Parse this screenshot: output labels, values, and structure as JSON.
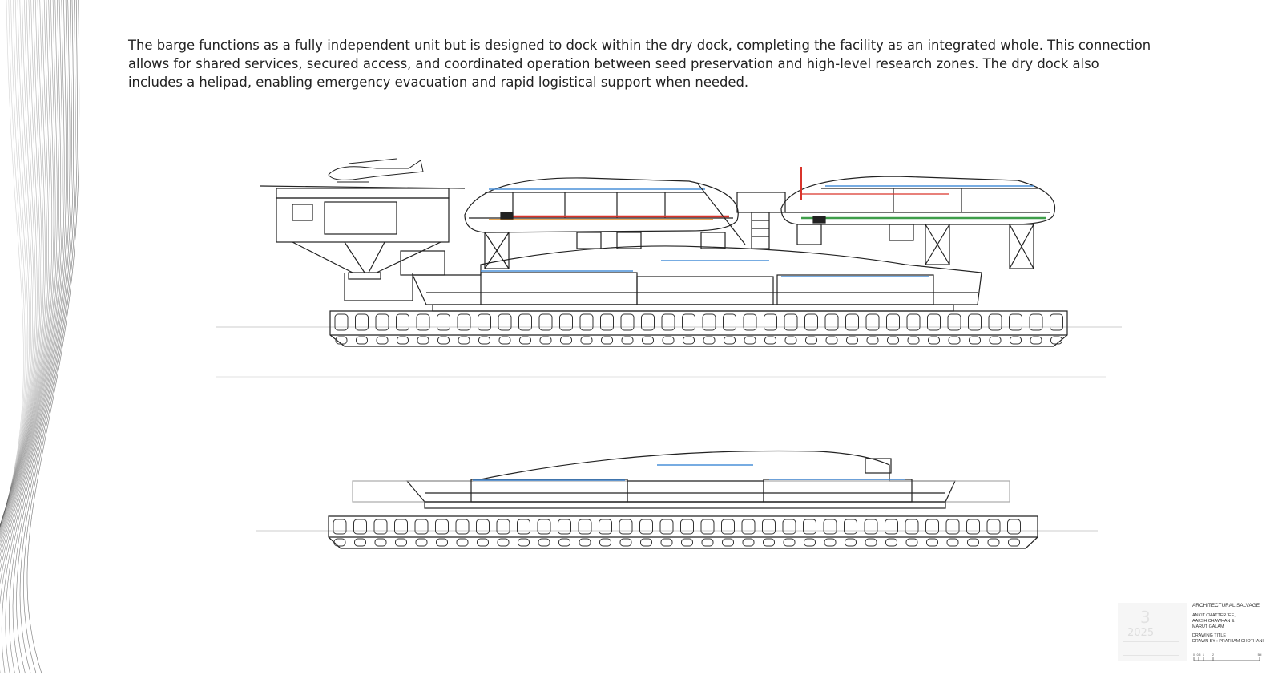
{
  "description": "The barge functions as a fully independent unit but is designed to dock within the dry dock, completing the facility as an integrated whole. This connection allows for shared services, secured access, and coordinated operation between seed preservation and high-level research zones. The dry dock also includes a helipad, enabling emergency evacuation and rapid logistical support when needed.",
  "title_block": {
    "project": "ARCHITECTURAL SALVAGE",
    "team": [
      "ANKIT CHATTERJEE,",
      "AAKSH CHAWHAN &",
      "MARUT GALAM"
    ],
    "drawing_title_label": "DRAWING TITLE",
    "drawn_by": "DRAWN BY : PRATHAM CHOTHANI",
    "logo_number": "3",
    "logo_year": "2025",
    "scale_ticks": [
      "0",
      "0.5",
      "1",
      "2",
      "5M"
    ]
  },
  "colors": {
    "line": "#222222",
    "blue_duct": "#4a90d9",
    "red_service": "#d9342b",
    "green_service": "#3f9e4a",
    "orange_service": "#e08a1e",
    "wave_line": "#555555"
  }
}
